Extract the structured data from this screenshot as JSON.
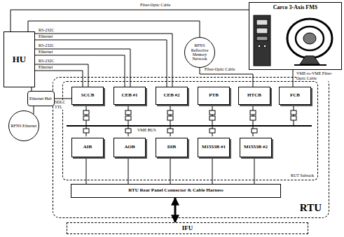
{
  "diagram": {
    "nodes": [
      {
        "text": [
          "HU"
        ]
      },
      {
        "text": [
          "RFNS Reflective Memory Network"
        ]
      },
      {
        "text": [
          "Carco 3-Axis FMS"
        ]
      },
      {
        "text": [
          "RTU"
        ]
      },
      {
        "text": [
          "RUT Subrack"
        ],
        "in": 3
      },
      {
        "text": [
          "SCCB"
        ],
        "in": 4
      },
      {
        "text": [
          "CEB #1"
        ],
        "in": 4
      },
      {
        "text": [
          "CEB #2"
        ],
        "in": 4
      },
      {
        "text": [
          "PTB"
        ],
        "in": 4
      },
      {
        "text": [
          "HTCB"
        ],
        "in": 4
      },
      {
        "text": [
          "FCB"
        ],
        "in": 4
      },
      {
        "text": [
          "AIB"
        ],
        "in": 4
      },
      {
        "text": [
          "AOB"
        ],
        "in": 4
      },
      {
        "text": [
          "DIB"
        ],
        "in": 4
      },
      {
        "text": [
          "M1553B #1"
        ],
        "in": 4
      },
      {
        "text": [
          "M1553B #2"
        ],
        "in": 4
      },
      {
        "text": [
          "RTU Rear Panel Connector & Cable Harness"
        ],
        "in": 3
      },
      {
        "text": [
          "Ethernet Hub"
        ]
      },
      {
        "text": [
          "RFNS Ethernet"
        ]
      },
      {
        "text": [
          "IFU"
        ]
      }
    ],
    "edges": [
      {
        "from": 0,
        "to": 2,
        "arrow": "none",
        "label": "Fiber-Optic Cable"
      },
      {
        "from": 0,
        "to": 1,
        "arrow": "none"
      },
      {
        "from": 0,
        "to": 7,
        "arrow": "none",
        "label": "RS-232C"
      },
      {
        "from": 0,
        "to": 7,
        "arrow": "none",
        "label": "Ethernet"
      },
      {
        "from": 0,
        "to": 6,
        "arrow": "none",
        "label": "RS-232C"
      },
      {
        "from": 0,
        "to": 6,
        "arrow": "none",
        "label": "Ethernet"
      },
      {
        "from": 0,
        "to": 5,
        "arrow": "none",
        "label": "RS-232C"
      },
      {
        "from": 0,
        "to": 5,
        "arrow": "none",
        "label": "Ethernet"
      },
      {
        "from": 1,
        "to": 9,
        "arrow": "none",
        "label": "Fiber-Optic Cable"
      },
      {
        "from": 2,
        "to": 10,
        "arrow": "none",
        "label": "VME-to-VME Fiber-Optic Cable"
      },
      {
        "from": 0,
        "to": 17,
        "arrow": "none"
      },
      {
        "from": 17,
        "to": 18,
        "arrow": "none"
      },
      {
        "from": 17,
        "to": 5,
        "arrow": "none",
        "label": "SDLC TTL"
      },
      {
        "from": 11,
        "to": 16,
        "arrow": "none"
      },
      {
        "from": 12,
        "to": 16,
        "arrow": "none"
      },
      {
        "from": 13,
        "to": 16,
        "arrow": "none"
      },
      {
        "from": 14,
        "to": 16,
        "arrow": "none"
      },
      {
        "from": 15,
        "to": 16,
        "arrow": "none"
      },
      {
        "from": 19,
        "to": 16,
        "arrow": "both"
      }
    ],
    "labels": [
      "VME BUS"
    ]
  }
}
